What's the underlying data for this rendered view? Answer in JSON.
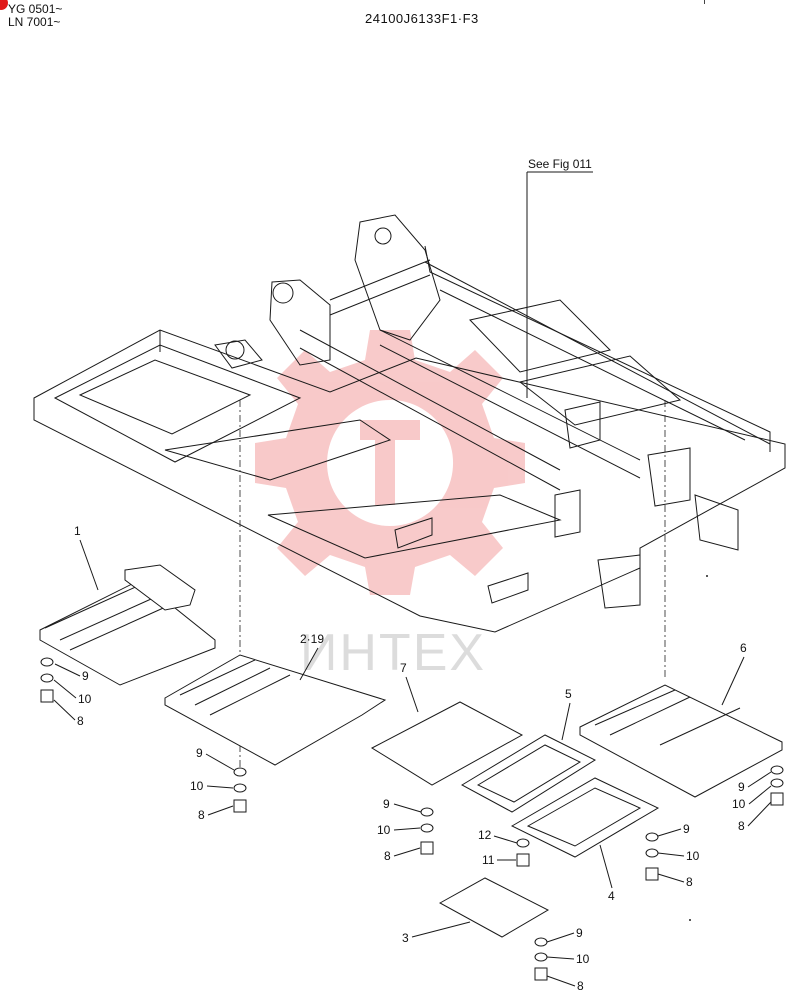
{
  "header": {
    "serial_line_1": "YG 0501~",
    "serial_line_2": "LN 7001~",
    "drawing_number": "24100J6133F1·F3"
  },
  "reference_note": "See Fig 011",
  "watermark_text": "ИНТЕХ",
  "parts": {
    "p1": "1",
    "p2": "2·19",
    "p3": "3",
    "p4": "4",
    "p5": "5",
    "p6": "6",
    "p7": "7",
    "p8": "8",
    "p9": "9",
    "p10": "10",
    "p11": "11",
    "p12": "12"
  },
  "colors": {
    "line": "#1a1a1a",
    "watermark": "#f08a8a",
    "badge": "#e01818"
  }
}
